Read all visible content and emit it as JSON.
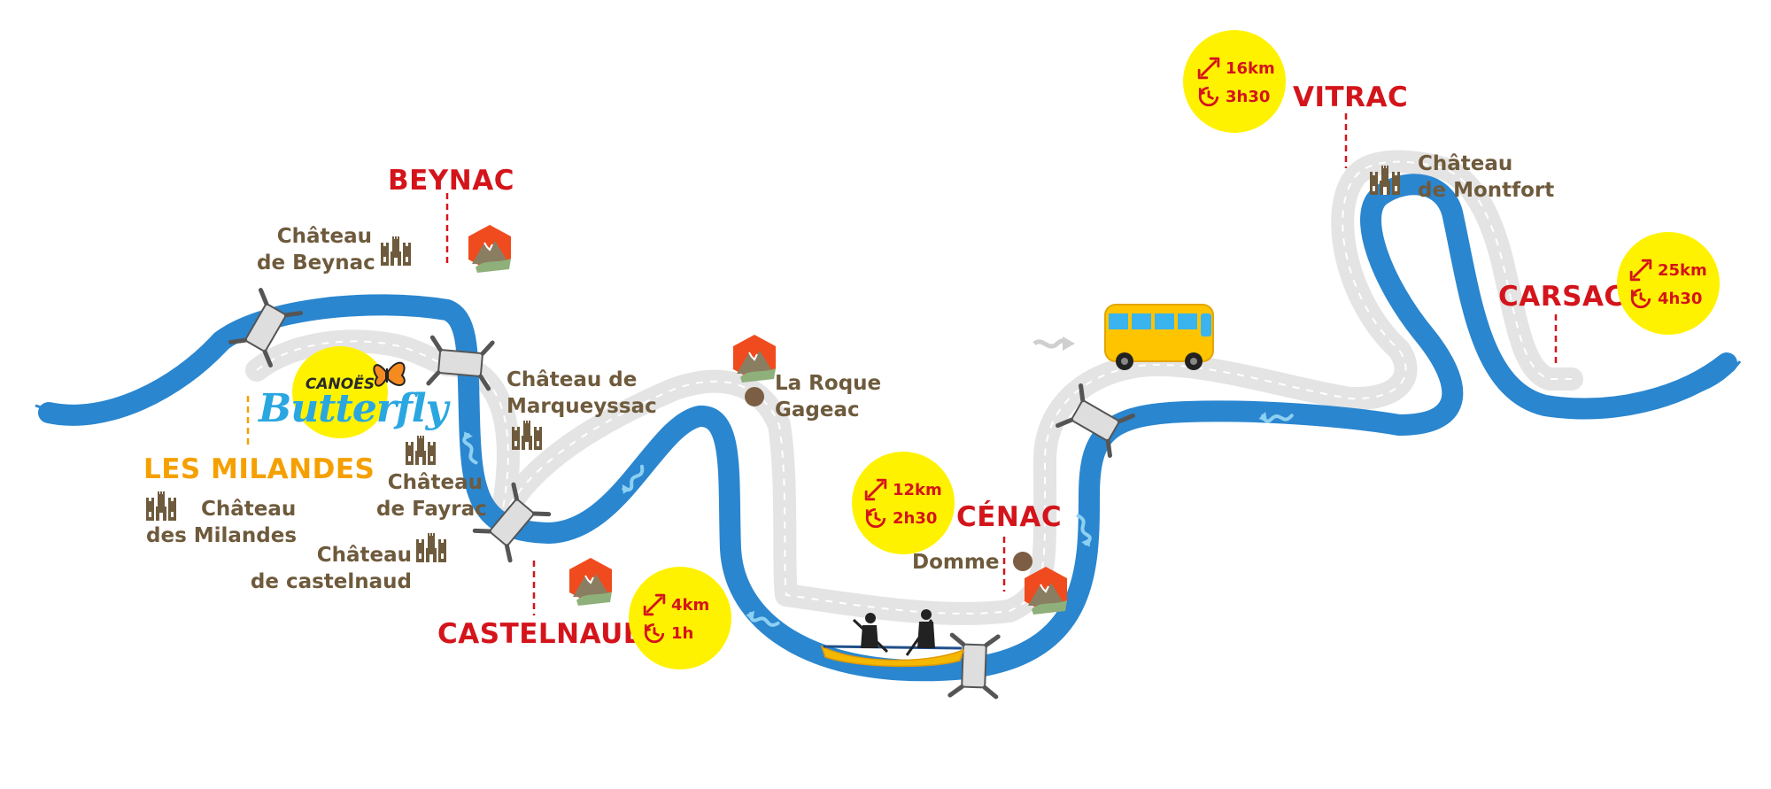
{
  "towns": {
    "beynac": "BEYNAC",
    "vitrac": "VITRAC",
    "carsac": "CARSAC",
    "les_milandes": "LES MILANDES",
    "castelnaud": "CASTELNAUD",
    "cenac": "CÉNAC"
  },
  "places": {
    "chateau_beynac": [
      "Château",
      "de Beynac"
    ],
    "chateau_marqueyssac": [
      "Château de",
      "Marqueyssac"
    ],
    "chateau_fayrac": [
      "Château",
      "de Fayrac"
    ],
    "chateau_milandes": [
      "Château",
      "des Milandes"
    ],
    "chateau_castelnaud": [
      "Château",
      "de castelnaud"
    ],
    "la_roque_gageac": [
      "La Roque",
      "Gageac"
    ],
    "domme": "Domme",
    "chateau_montfort": [
      "Château",
      "de Montfort"
    ]
  },
  "routes": {
    "vitrac": {
      "distance": "16km",
      "duration": "3h30"
    },
    "carsac": {
      "distance": "25km",
      "duration": "4h30"
    },
    "cenac": {
      "distance": "12km",
      "duration": "2h30"
    },
    "castelnaud": {
      "distance": "4km",
      "duration": "1h"
    }
  },
  "logo": {
    "line1": "CANOËS",
    "line2": "Butterfly"
  },
  "icons": [
    "castle-icon",
    "hiking-spot-icon",
    "bridge-icon",
    "bus-icon",
    "canoe-icon",
    "distance-arrow-icon",
    "clock-icon",
    "village-dot-icon",
    "current-arrow-icon"
  ],
  "colors": {
    "river": "#2a86cf",
    "road": "#e4e4e4",
    "town": "#d4141b",
    "milandes": "#f5a000",
    "poi": "#6e5a3c",
    "badge": "#fff200",
    "bus": "#ffc400",
    "canoe": "#f5b800",
    "hike": "#f04b1e"
  }
}
